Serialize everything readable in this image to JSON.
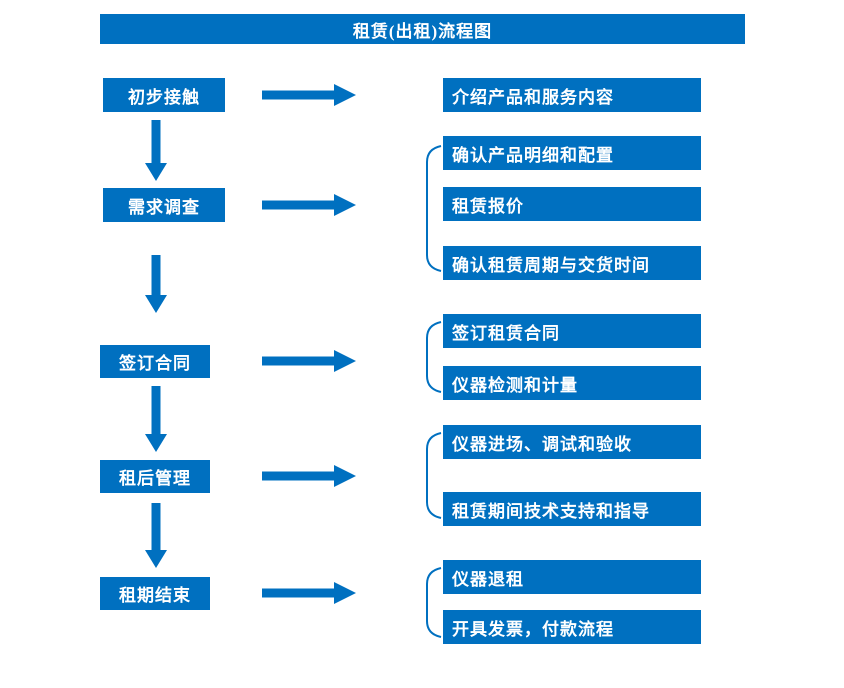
{
  "title": "租赁(出租)流程图",
  "colors": {
    "primary": "#0070C0",
    "text_on_primary": "#FFFFFF",
    "background": "#FFFFFF"
  },
  "stages": [
    {
      "label": "初步接触",
      "outputs": [
        "介绍产品和服务内容"
      ]
    },
    {
      "label": "需求调查",
      "outputs": [
        "确认产品明细和配置",
        "租赁报价",
        "确认租赁周期与交货时间"
      ]
    },
    {
      "label": "签订合同",
      "outputs": [
        "签订租赁合同",
        "仪器检测和计量"
      ]
    },
    {
      "label": "租后管理",
      "outputs": [
        "仪器进场、调试和验收",
        "租赁期间技术支持和指导"
      ]
    },
    {
      "label": "租期结束",
      "outputs": [
        "仪器退租",
        "开具发票，付款流程"
      ]
    }
  ]
}
